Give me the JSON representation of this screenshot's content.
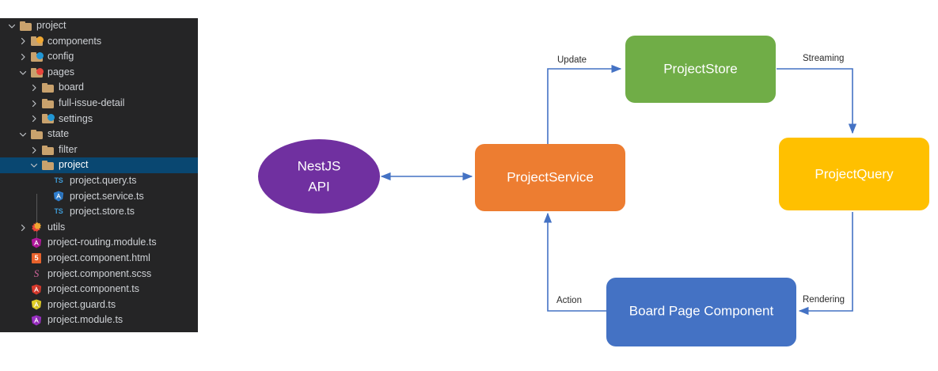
{
  "file_explorer": {
    "name": "project-file-tree",
    "rows": [
      {
        "indent": 0,
        "twisty": "down",
        "icon": "folder-plain",
        "label": "project",
        "selected": false
      },
      {
        "indent": 1,
        "twisty": "right",
        "icon": "folder-badge-orange",
        "label": "components",
        "selected": false
      },
      {
        "indent": 1,
        "twisty": "right",
        "icon": "folder-badge-blue",
        "label": "config",
        "selected": false
      },
      {
        "indent": 1,
        "twisty": "down",
        "icon": "folder-badge-red",
        "label": "pages",
        "selected": false
      },
      {
        "indent": 2,
        "twisty": "right",
        "icon": "folder-plain",
        "label": "board",
        "selected": false
      },
      {
        "indent": 2,
        "twisty": "right",
        "icon": "folder-plain",
        "label": "full-issue-detail",
        "selected": false
      },
      {
        "indent": 2,
        "twisty": "right",
        "icon": "folder-badge-blue",
        "label": "settings",
        "selected": false
      },
      {
        "indent": 1,
        "twisty": "down",
        "icon": "folder-plain",
        "label": "state",
        "selected": false
      },
      {
        "indent": 2,
        "twisty": "right",
        "icon": "folder-plain",
        "label": "filter",
        "selected": false
      },
      {
        "indent": 2,
        "twisty": "down",
        "icon": "folder-plain",
        "label": "project",
        "selected": true
      },
      {
        "indent": 3,
        "twisty": "none",
        "icon": "ts-file",
        "label": "project.query.ts",
        "selected": false
      },
      {
        "indent": 3,
        "twisty": "none",
        "icon": "angular-blue",
        "label": "project.service.ts",
        "selected": false
      },
      {
        "indent": 3,
        "twisty": "none",
        "icon": "ts-file",
        "label": "project.store.ts",
        "selected": false
      },
      {
        "indent": 1,
        "twisty": "right",
        "icon": "utils-gear",
        "label": "utils",
        "selected": false
      },
      {
        "indent": 1,
        "twisty": "none",
        "icon": "angular-magenta",
        "label": "project-routing.module.ts",
        "selected": false
      },
      {
        "indent": 1,
        "twisty": "none",
        "icon": "html5-file",
        "label": "project.component.html",
        "selected": false
      },
      {
        "indent": 1,
        "twisty": "none",
        "icon": "sass-file",
        "label": "project.component.scss",
        "selected": false
      },
      {
        "indent": 1,
        "twisty": "none",
        "icon": "angular-red",
        "label": "project.component.ts",
        "selected": false
      },
      {
        "indent": 1,
        "twisty": "none",
        "icon": "angular-yellow",
        "label": "project.guard.ts",
        "selected": false
      },
      {
        "indent": 1,
        "twisty": "none",
        "icon": "angular-purple",
        "label": "project.module.ts",
        "selected": false
      }
    ]
  },
  "diagram": {
    "title": "project-state-flow-diagram",
    "nodes": {
      "nestjs_api": {
        "label_line1": "NestJS",
        "label_line2": "API",
        "shape": "ellipse",
        "color": "#7030A0"
      },
      "project_service": {
        "label": "ProjectService",
        "shape": "rounded-rect",
        "color": "#ED7D31"
      },
      "project_store": {
        "label": "ProjectStore",
        "shape": "rounded-rect",
        "color": "#70AD47"
      },
      "project_query": {
        "label": "ProjectQuery",
        "shape": "rounded-rect",
        "color": "#FFC000"
      },
      "board_page": {
        "label": "Board Page Component",
        "shape": "rounded-rect",
        "color": "#4472C4"
      }
    },
    "edges": [
      {
        "id": "api-service",
        "label": "",
        "from": "nestjs_api",
        "to": "project_service",
        "arrow": "both"
      },
      {
        "id": "service-store",
        "label": "Update",
        "from": "project_service",
        "to": "project_store",
        "arrow": "to"
      },
      {
        "id": "store-query",
        "label": "Streaming",
        "from": "project_store",
        "to": "project_query",
        "arrow": "to"
      },
      {
        "id": "query-board",
        "label": "Rendering",
        "from": "project_query",
        "to": "board_page",
        "arrow": "to"
      },
      {
        "id": "board-service",
        "label": "Action",
        "from": "board_page",
        "to": "project_service",
        "arrow": "to"
      }
    ],
    "edge_color": "#4472C4"
  }
}
